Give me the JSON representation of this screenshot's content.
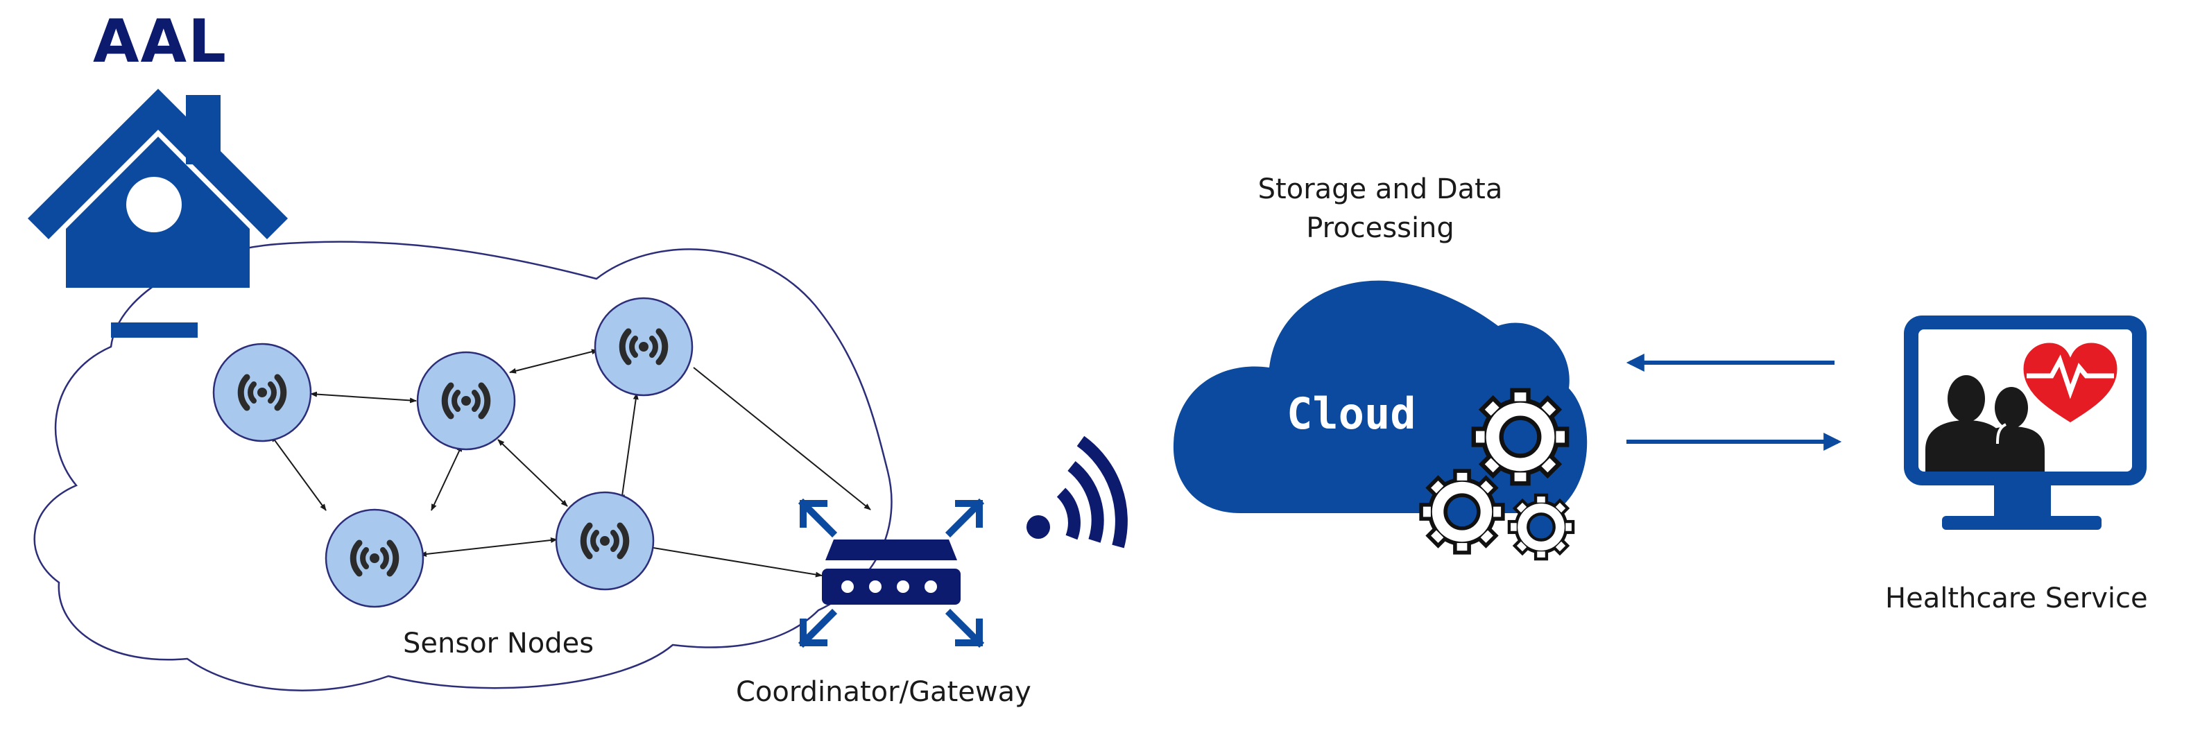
{
  "title": "AAL",
  "labels": {
    "sensor_nodes": "Sensor Nodes",
    "coordinator": "Coordinator/Gateway",
    "storage": "Storage and Data Processing",
    "cloud": "Cloud",
    "healthcare": "Healthcare Service"
  },
  "icons": {
    "home": "house-icon",
    "sensor": "wireless-signal-icon",
    "gateway": "router-icon",
    "wifi": "wifi-icon",
    "gears": "gear-icon",
    "monitor": "monitor-patient-icon",
    "heart": "heartbeat-icon"
  },
  "colors": {
    "brand_blue": "#0b4a9e",
    "navy": "#0d1b6e",
    "node_fill": "#a9c8ee",
    "outline": "#2d2e7a",
    "ink": "#1a1a1a"
  }
}
